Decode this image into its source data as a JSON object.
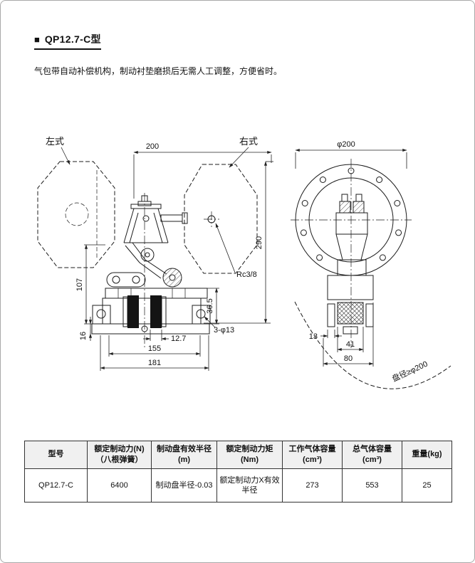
{
  "page": {
    "title_bullet": "■",
    "title": "QP12.7-C型",
    "description": "气包带自动补偿机构，制动衬垫磨损后无需人工调整，方便省时。"
  },
  "drawing": {
    "label_left": "左式",
    "label_right": "右式",
    "dim_200": "200",
    "dim_phi200": "φ200",
    "dim_290": "290",
    "dim_rc": "Rc3/8",
    "dim_107": "107",
    "dim_16": "16",
    "dim_36_5": "36.5",
    "dim_12_7": "12.7",
    "dim_155": "155",
    "dim_181": "181",
    "dim_holes": "3-φ13",
    "dim_13": "13",
    "dim_41": "41",
    "dim_80": "80",
    "disc_note": "盘径≥φ200"
  },
  "table": {
    "headers": [
      "型号",
      "额定制动力(N)\n（八根弹簧）",
      "制动盘有效半径\n(m)",
      "额定制动力矩\n(Nm)",
      "工作气体容量\n(cm³)",
      "总气体容量\n(cm³)",
      "重量(kg)"
    ],
    "row": [
      "QP12.7-C",
      "6400",
      "制动盘半径-0.03",
      "额定制动力X有效半径",
      "273",
      "553",
      "25"
    ]
  }
}
